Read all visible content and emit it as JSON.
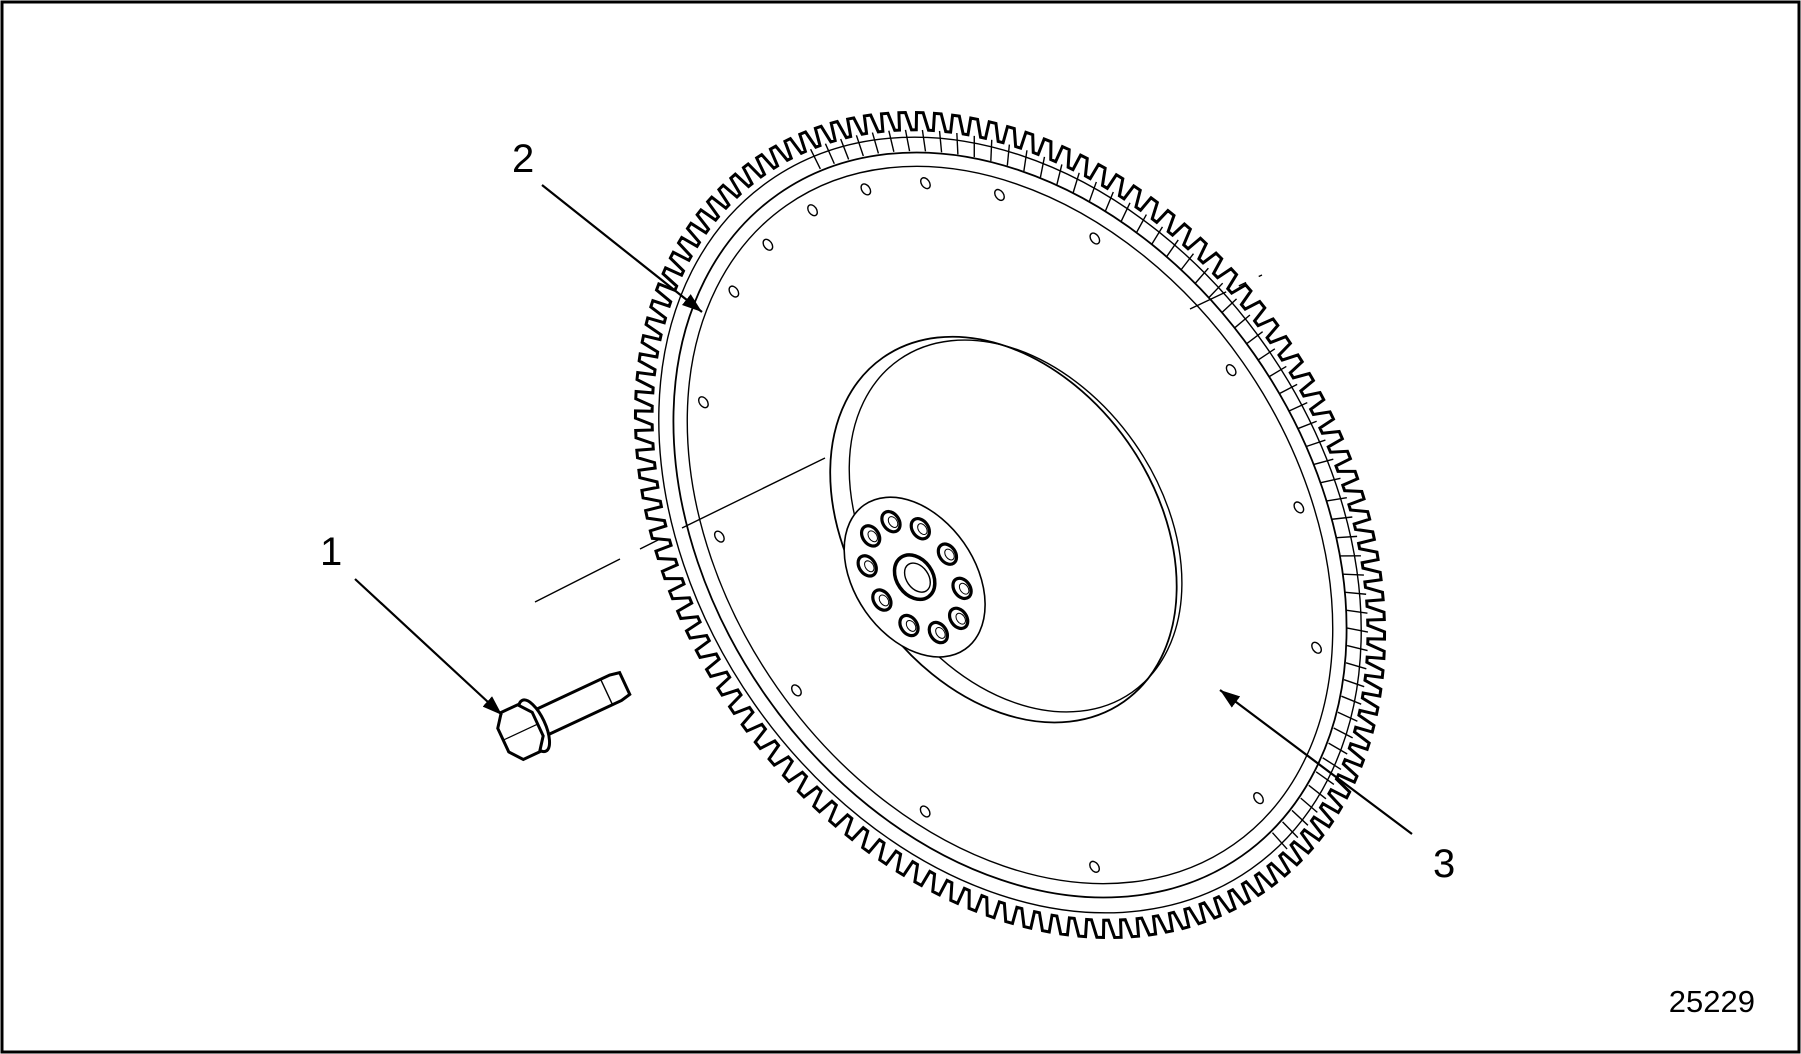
{
  "diagram": {
    "callouts": [
      {
        "id": "1",
        "label": "1",
        "part": "bolt"
      },
      {
        "id": "2",
        "label": "2",
        "part": "ring-gear"
      },
      {
        "id": "3",
        "label": "3",
        "part": "flywheel"
      }
    ],
    "figure_number": "25229",
    "center_bolt_hole_count": 10,
    "ring_gear_tooth_count": 128
  },
  "colors": {
    "line": "#000000",
    "background": "#ffffff"
  }
}
